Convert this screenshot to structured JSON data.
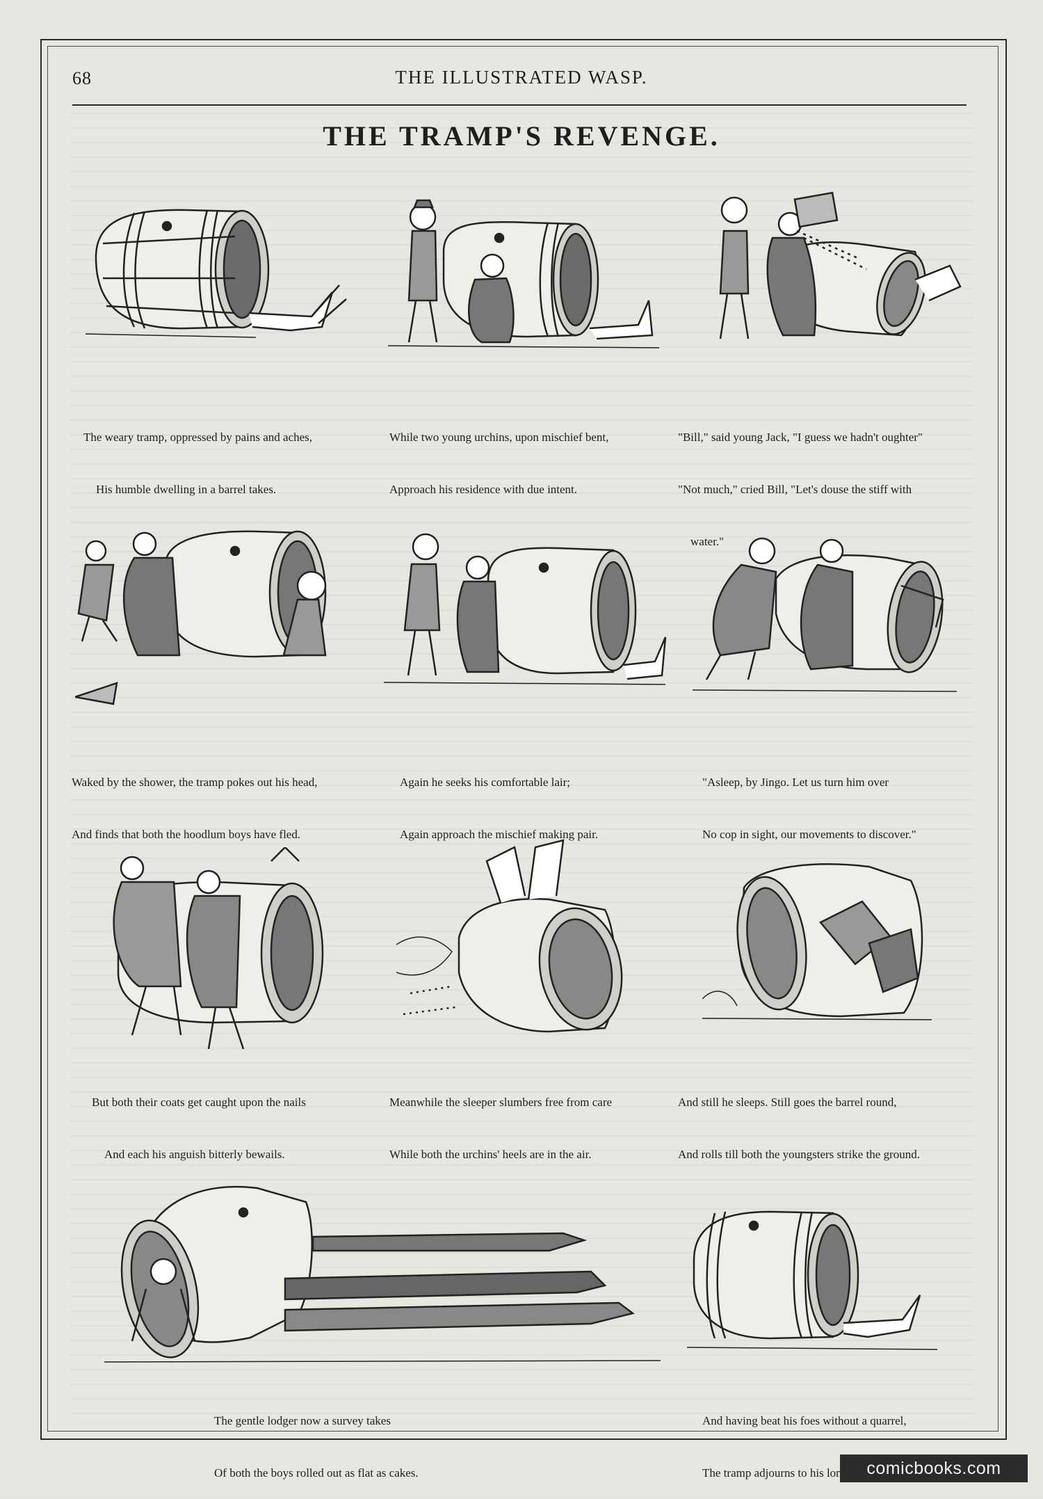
{
  "page": {
    "number": "68",
    "running_head": "THE ILLUSTRATED WASP.",
    "title": "THE TRAMP'S REVENGE."
  },
  "panels": [
    {
      "id": 1,
      "caption": [
        "The weary tramp, oppressed by pains and aches,",
        "His humble dwelling in a barrel takes."
      ]
    },
    {
      "id": 2,
      "caption": [
        "While two young urchins, upon mischief bent,",
        "Approach his residence with due intent."
      ]
    },
    {
      "id": 3,
      "caption": [
        "\"Bill,\" said young Jack, \"I guess we hadn't oughter\"",
        "\"Not much,\" cried Bill, \"Let's douse the stiff with",
        "water.\""
      ]
    },
    {
      "id": 4,
      "caption": [
        "Waked by the shower, the tramp pokes out his head,",
        "And finds that both the hoodlum boys have fled."
      ]
    },
    {
      "id": 5,
      "caption": [
        "Again he seeks his comfortable lair;",
        "Again approach the mischief making pair."
      ]
    },
    {
      "id": 6,
      "caption": [
        "\"Asleep, by Jingo. Let us turn him over",
        "No cop in sight, our movements to discover.\""
      ]
    },
    {
      "id": 7,
      "caption": [
        "But both their coats get caught upon the nails",
        "And each his anguish bitterly bewails."
      ]
    },
    {
      "id": 8,
      "caption": [
        "Meanwhile the sleeper slumbers free from care",
        "While both the urchins' heels are in the air."
      ]
    },
    {
      "id": 9,
      "caption": [
        "And still he sleeps. Still goes the barrel round,",
        "And rolls till both the youngsters strike the ground."
      ]
    },
    {
      "id": 10,
      "caption": [
        "The gentle lodger now a survey takes",
        "Of both the boys rolled out as flat as cakes."
      ]
    },
    {
      "id": 11,
      "caption": [
        "And having beat his foes without a quarrel,",
        "The tramp adjourns to his lonely barrel."
      ]
    }
  ],
  "watermark": "comicbooks.com"
}
